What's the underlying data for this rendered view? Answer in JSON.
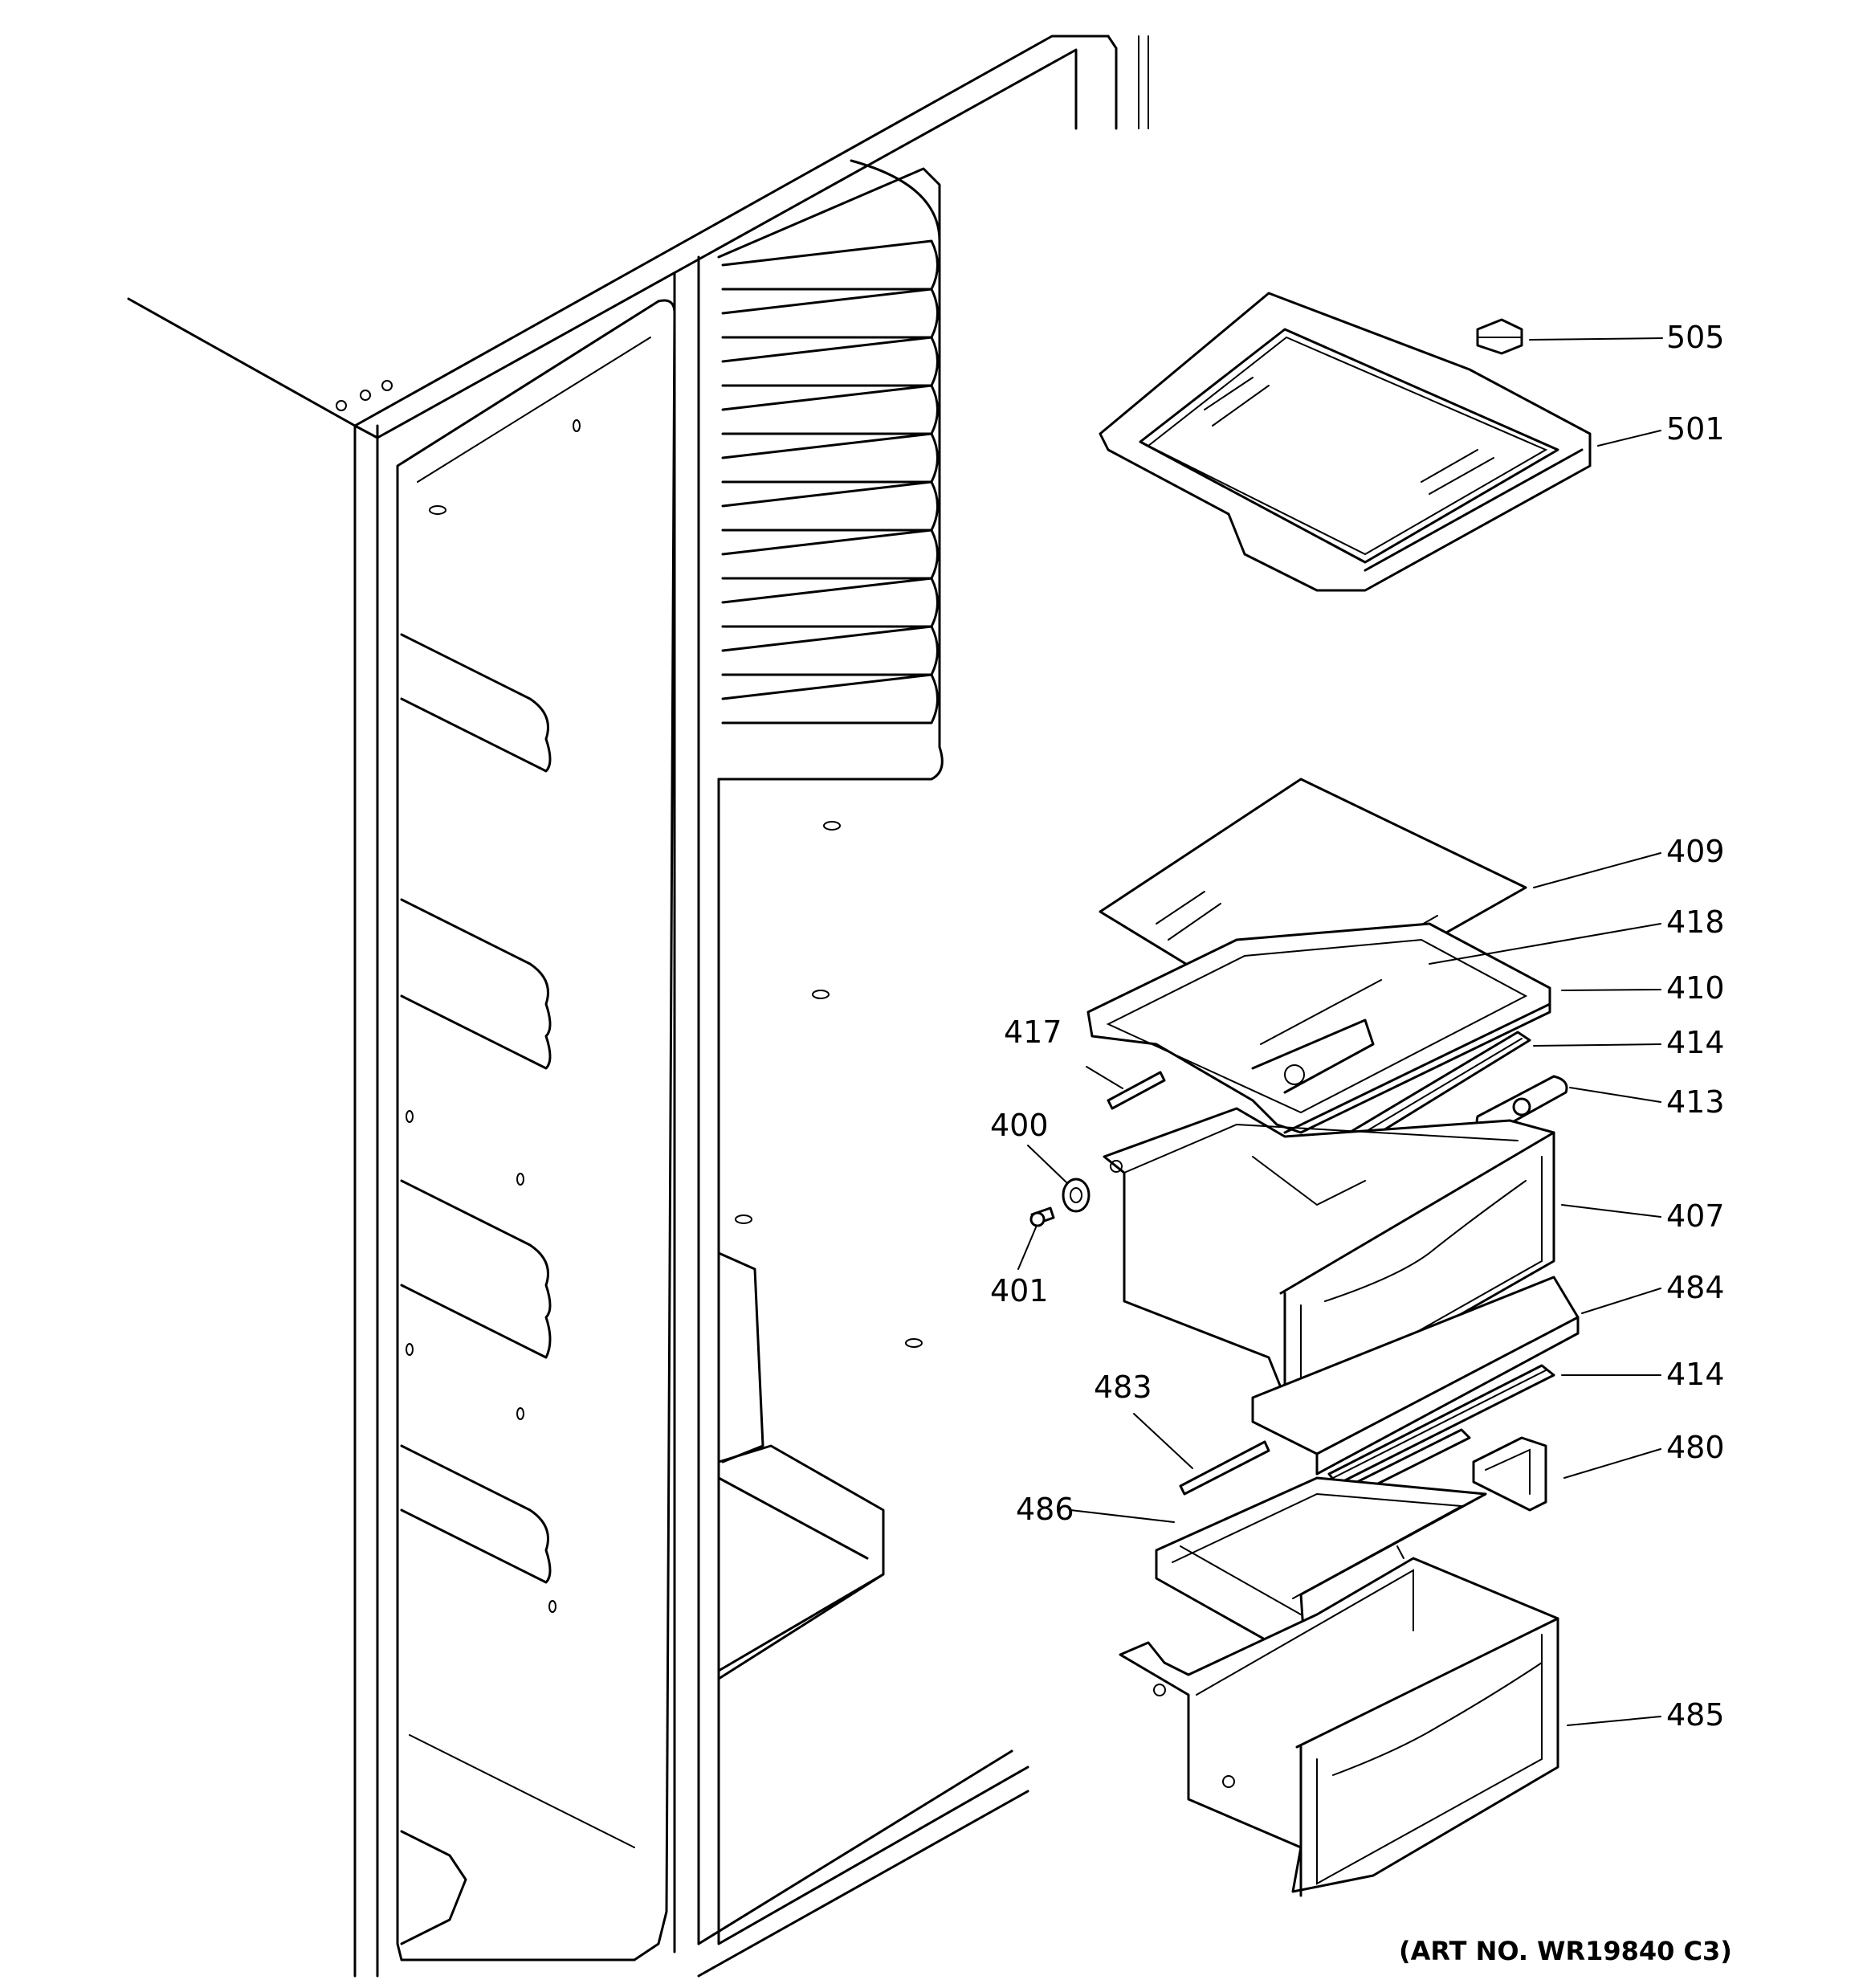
{
  "labels": [
    {
      "id": "505",
      "text": "505"
    },
    {
      "id": "501",
      "text": "501"
    },
    {
      "id": "409",
      "text": "409"
    },
    {
      "id": "418",
      "text": "418"
    },
    {
      "id": "410",
      "text": "410"
    },
    {
      "id": "417",
      "text": "417"
    },
    {
      "id": "414a",
      "text": "414"
    },
    {
      "id": "413",
      "text": "413"
    },
    {
      "id": "400",
      "text": "400"
    },
    {
      "id": "407",
      "text": "407"
    },
    {
      "id": "401",
      "text": "401"
    },
    {
      "id": "484",
      "text": "484"
    },
    {
      "id": "414b",
      "text": "414"
    },
    {
      "id": "483",
      "text": "483"
    },
    {
      "id": "480",
      "text": "480"
    },
    {
      "id": "486",
      "text": "486"
    },
    {
      "id": "485",
      "text": "485"
    }
  ],
  "art_number": "(ART NO. WR19840 C3)"
}
